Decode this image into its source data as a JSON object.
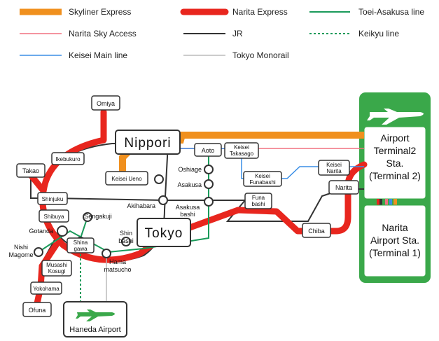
{
  "legend": [
    {
      "id": "skyliner",
      "label": "Skyliner Express",
      "color": "#f0901e",
      "style": "thick"
    },
    {
      "id": "narita-express",
      "label": "Narita Express",
      "color": "#e8261e",
      "style": "thick"
    },
    {
      "id": "toei-asakusa",
      "label": "Toei-Asakusa line",
      "color": "#1a9a5a",
      "style": "solid"
    },
    {
      "id": "narita-sky-access",
      "label": "Narita Sky Access",
      "color": "#f07080",
      "style": "solid"
    },
    {
      "id": "jr",
      "label": "JR",
      "color": "#333333",
      "style": "solid"
    },
    {
      "id": "keikyu",
      "label": "Keikyu line",
      "color": "#1a9a5a",
      "style": "dashed"
    },
    {
      "id": "keisei-main",
      "label": "Keisei Main line",
      "color": "#3a8ee6",
      "style": "solid"
    },
    {
      "id": "tokyo-monorail",
      "label": "Tokyo Monorail",
      "color": "#bbbbbb",
      "style": "solid"
    }
  ],
  "colors": {
    "airport_bg": "#3aa84a",
    "terminal_fill": "#ffffff",
    "terminal_border": "#3aa84a"
  },
  "stations": {
    "omiya": "Omiya",
    "nippori": "Nippori",
    "aoto": "Aoto",
    "keisei_takasago_1": "Keisei",
    "keisei_takasago_2": "Takasago",
    "ikebukuro": "Ikebukuro",
    "takao": "Takao",
    "keisei_ueno": "Keisei Ueno",
    "oshiage": "Oshiage",
    "asakusa": "Asakusa",
    "keisei_funabashi_1": "Keisei",
    "keisei_funabashi_2": "Funabashi",
    "keisei_narita_1": "Keisei",
    "keisei_narita_2": "Narita",
    "narita": "Narita",
    "shinjuku": "Shinjuku",
    "akihabara": "Akihabara",
    "asakusa_bashi_1": "Asakusa",
    "asakusa_bashi_2": "bashi",
    "funabashi_1": "Funa",
    "funabashi_2": "bashi",
    "shibuya": "Shibuya",
    "sengakuji": "Sengakuji",
    "gotanda": "Gotanda",
    "shinbashi_1": "Shin",
    "shinbashi_2": "bashi",
    "tokyo": "Tokyo",
    "chiba": "Chiba",
    "nishi_magome_1": "Nishi",
    "nishi_magome_2": "Magome",
    "shinagawa_1": "Shina",
    "shinagawa_2": "gawa",
    "hamamatsucho_1": "Hama",
    "hamamatsucho_2": "matsucho",
    "musashi_kosugi_1": "Musashi",
    "musashi_kosugi_2": "Kosugi",
    "yokohama": "Yokohama",
    "ofuna": "Ofuna",
    "haneda": "Haneda Airport"
  },
  "terminals": {
    "t2_line1": "Airport",
    "t2_line2": "Terminal2",
    "t2_line3": "Sta.",
    "t2_line4": "(Terminal 2)",
    "t1_line1": "Narita",
    "t1_line2": "Airport Sta.",
    "t1_line3": "(Terminal 1)"
  },
  "icons": {
    "narita_plane": "airplane-icon",
    "haneda_plane": "airplane-icon"
  }
}
